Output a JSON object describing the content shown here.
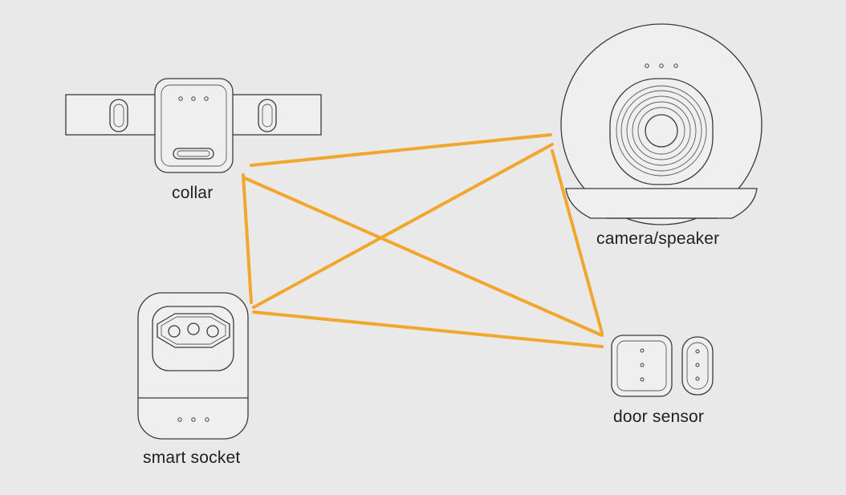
{
  "colors": {
    "background": "#e9e9e9",
    "connection": "#f2a62e",
    "outline": "#3a3a3a",
    "device_fill": "#efefef"
  },
  "devices": {
    "collar": {
      "label": "collar",
      "icon": "collar-icon"
    },
    "camera": {
      "label": "camera/speaker",
      "icon": "camera-speaker-icon"
    },
    "socket": {
      "label": "smart socket",
      "icon": "smart-socket-icon"
    },
    "door": {
      "label": "door sensor",
      "icon": "door-sensor-icon"
    }
  },
  "connections": [
    {
      "from": "collar",
      "to": "camera"
    },
    {
      "from": "collar",
      "to": "socket"
    },
    {
      "from": "collar",
      "to": "door"
    },
    {
      "from": "socket",
      "to": "camera"
    },
    {
      "from": "socket",
      "to": "door"
    },
    {
      "from": "camera",
      "to": "door"
    }
  ]
}
